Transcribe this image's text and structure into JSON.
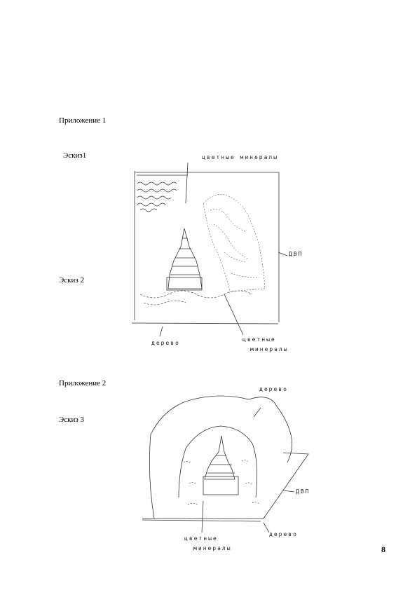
{
  "appendix_1": "Приложение 1",
  "sketch_1": "Эскиз1",
  "sketch_2": "Эскиз 2",
  "appendix_2": "Приложение 2",
  "sketch_3": "Эскиз 3",
  "page_number": "8",
  "figure_1": {
    "label_top": "цветные минералы",
    "label_right": "ДВП",
    "label_bottom_left": "дерево",
    "label_bottom_right_1": "цветные",
    "label_bottom_right_2": "минералы"
  },
  "figure_2": {
    "label_top_right": "дерево",
    "label_right": "ДВП",
    "label_bottom_right": "дерево",
    "label_bottom_left_1": "цветные",
    "label_bottom_left_2": "минералы"
  }
}
